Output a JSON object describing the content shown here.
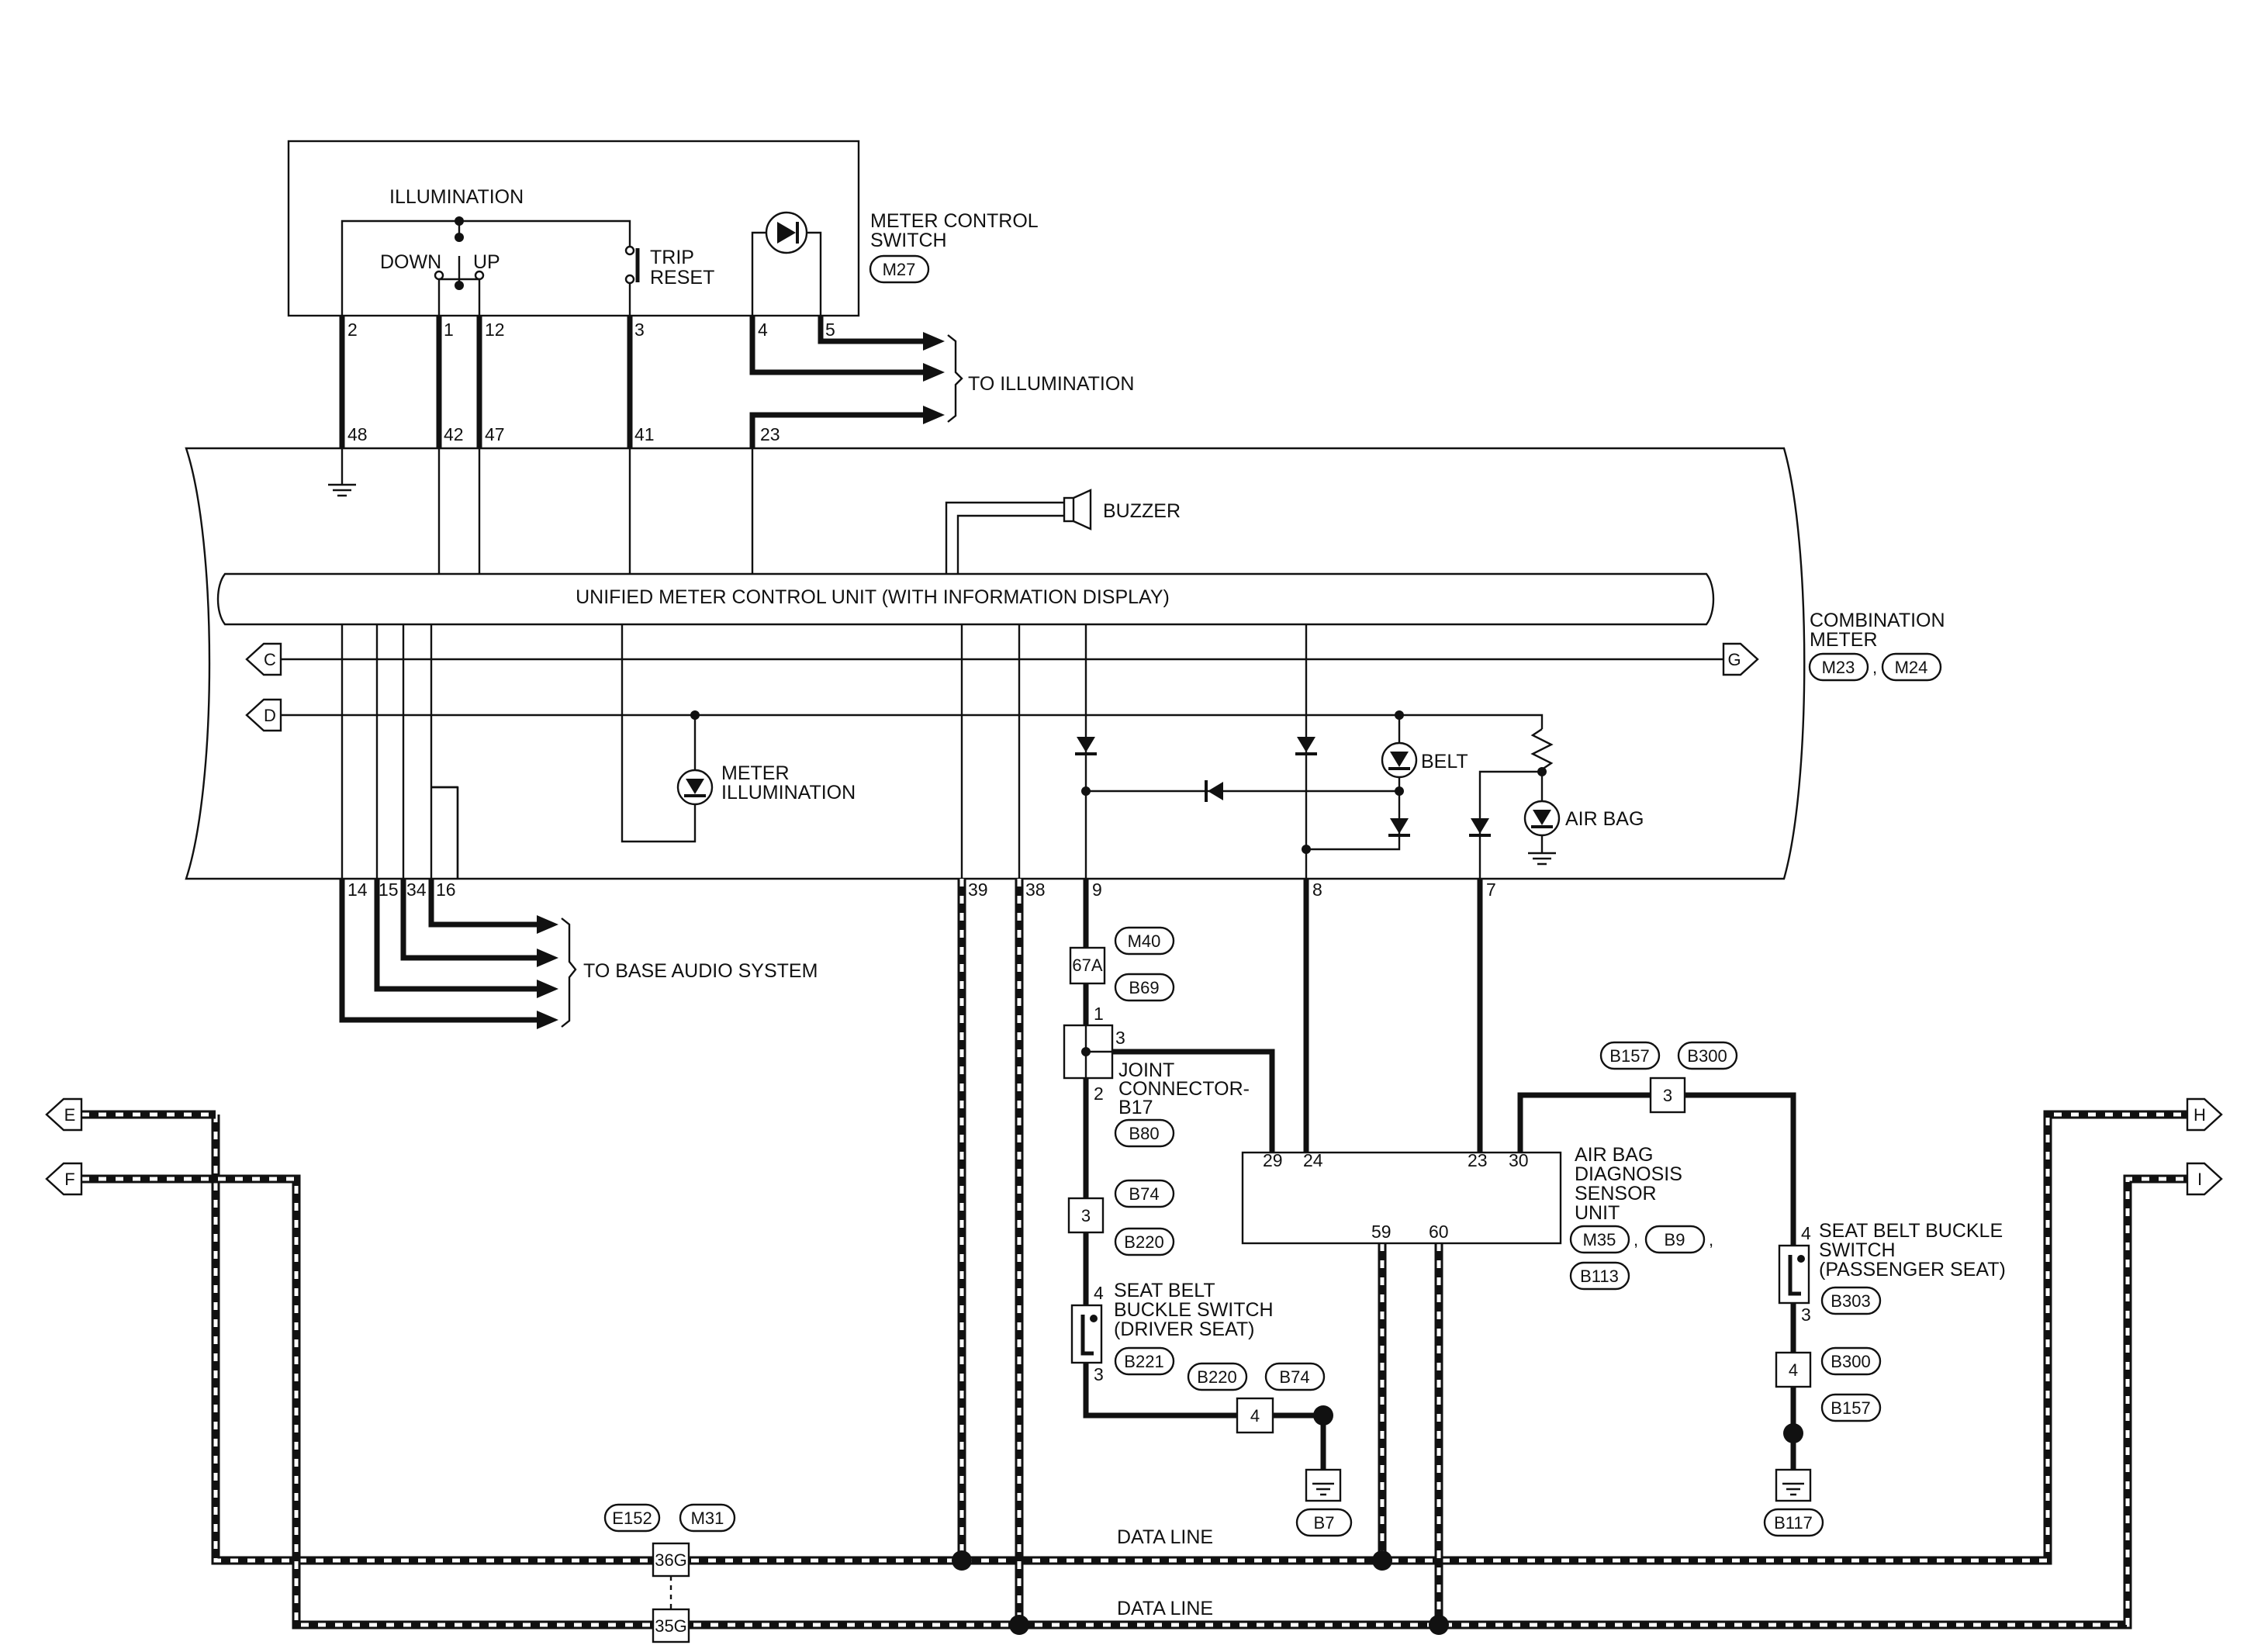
{
  "meter_control_switch": {
    "title": "METER CONTROL\nSWITCH",
    "connector": "M27",
    "illumination": "ILLUMINATION",
    "down": "DOWN",
    "up": "UP",
    "trip_reset": "TRIP\nRESET",
    "pins": [
      "2",
      "1",
      "12",
      "3",
      "4",
      "5"
    ]
  },
  "to_illumination": "TO ILLUMINATION",
  "combination_meter": {
    "title": "COMBINATION\nMETER",
    "connectors": [
      "M23",
      "M24"
    ],
    "comma": ",",
    "top_pins": [
      "48",
      "42",
      "47",
      "41",
      "23"
    ],
    "bottom_pins": [
      "14",
      "15",
      "34",
      "16",
      "39",
      "38",
      "9",
      "8",
      "7"
    ]
  },
  "buzzer": "BUZZER",
  "unified_unit": "UNIFIED METER CONTROL UNIT (WITH INFORMATION DISPLAY)",
  "meter_illumination": "METER\nILLUMINATION",
  "belt": "BELT",
  "air_bag": "AIR BAG",
  "to_base_audio": "TO BASE AUDIO SYSTEM",
  "offpage": {
    "c": "C",
    "d": "D",
    "g": "G",
    "e": "E",
    "f": "F",
    "h": "H",
    "i": "I"
  },
  "inline_67a": {
    "label": "67A",
    "tags": [
      "M40",
      "B69"
    ]
  },
  "joint_connector": {
    "title": "JOINT\nCONNECTOR-\nB17",
    "tag": "B80",
    "pins": [
      "1",
      "3",
      "2"
    ]
  },
  "inline_3_driver": {
    "label": "3",
    "tags": [
      "B74",
      "B220"
    ]
  },
  "driver_buckle": {
    "title": "SEAT BELT\nBUCKLE SWITCH\n(DRIVER SEAT)",
    "tag": "B221",
    "pins": [
      "4",
      "3"
    ]
  },
  "inline_4_driver": {
    "label": "4",
    "tags": [
      "B220",
      "B74"
    ]
  },
  "ground_b7": "B7",
  "airbag_unit": {
    "title": "AIR BAG\nDIAGNOSIS\nSENSOR\nUNIT",
    "connectors": [
      "M35",
      "B9",
      "B113"
    ],
    "comma": ",",
    "top_pins": [
      "29",
      "24",
      "23",
      "30"
    ],
    "bottom_pins": [
      "59",
      "60"
    ]
  },
  "inline_3_pass": {
    "label": "3",
    "tags": [
      "B157",
      "B300"
    ]
  },
  "pass_buckle": {
    "title": "SEAT BELT BUCKLE\nSWITCH\n(PASSENGER SEAT)",
    "tag": "B303",
    "pins": [
      "4",
      "3"
    ]
  },
  "inline_4_pass": {
    "label": "4",
    "tags": [
      "B300",
      "B157"
    ]
  },
  "ground_b117": "B117",
  "data_line_connector": {
    "tags": [
      "E152",
      "M31"
    ],
    "upper": "36G",
    "lower": "35G"
  },
  "data_line": "DATA LINE",
  "colors": {
    "ink": "#111111",
    "background": "#ffffff"
  }
}
